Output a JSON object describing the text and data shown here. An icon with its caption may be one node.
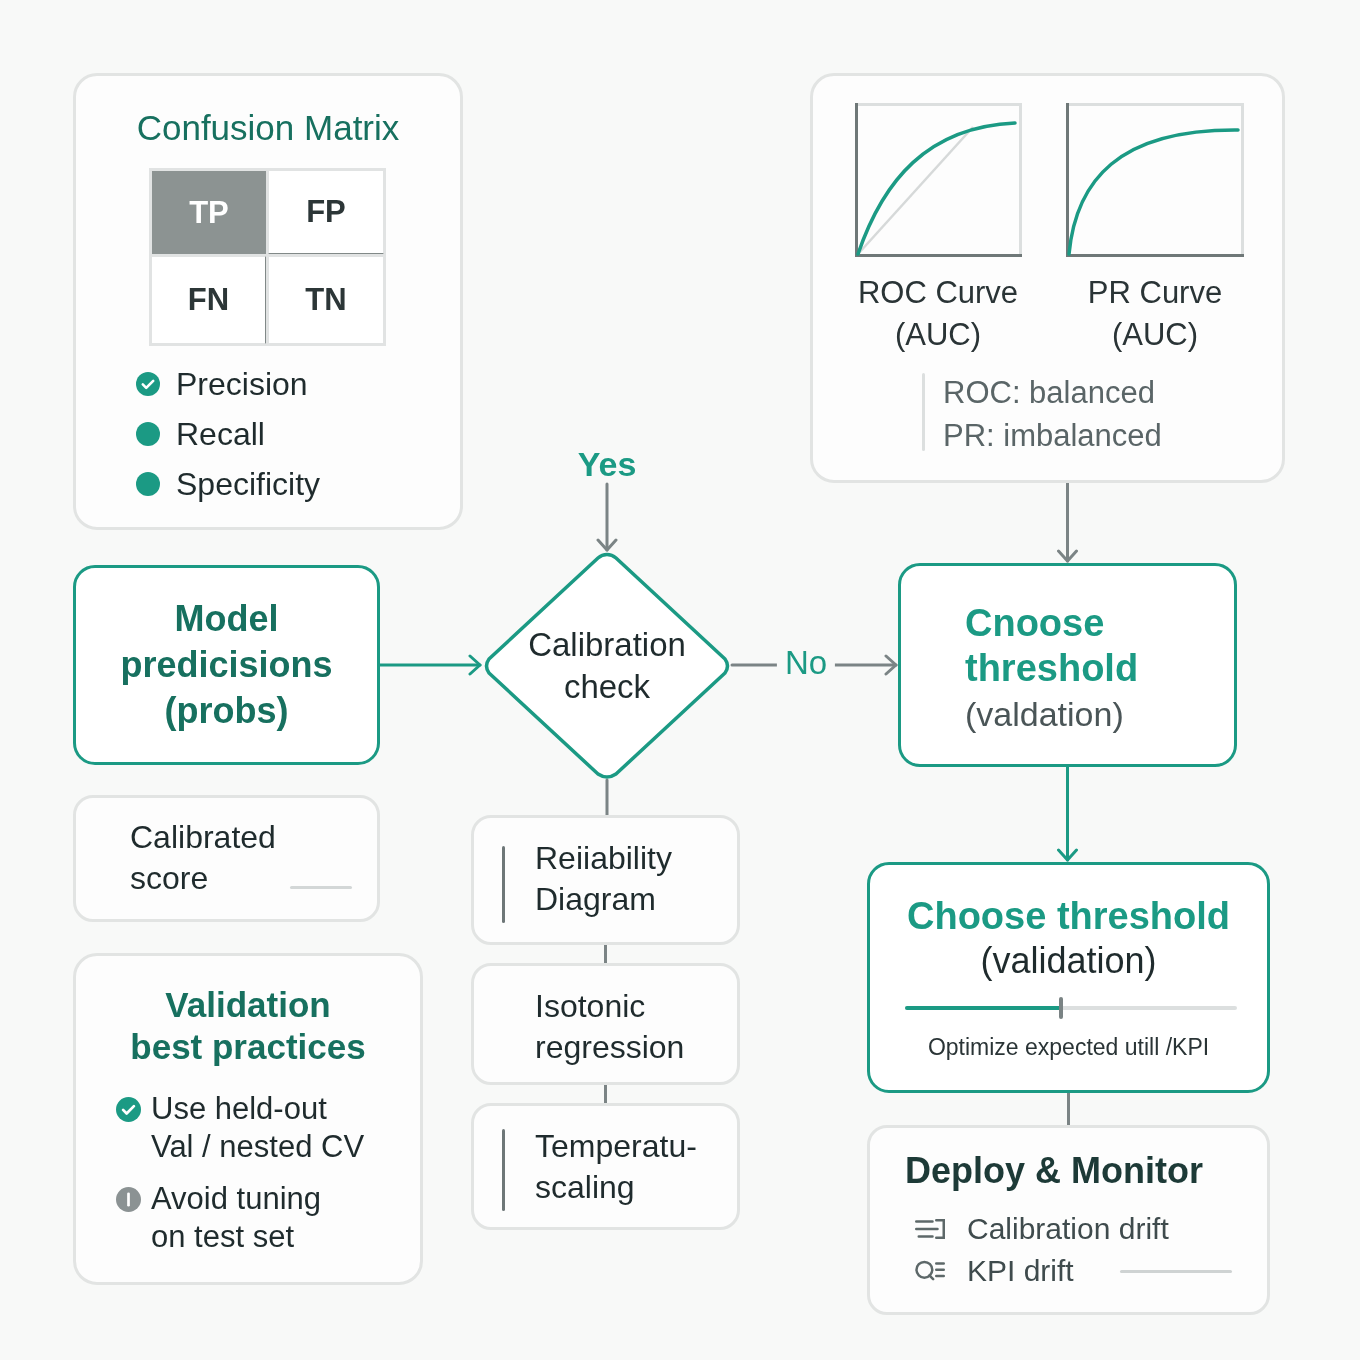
{
  "diagram": {
    "nodes": [
      {
        "text": [
          "Confusion Matrix",
          "Precision",
          "Recall",
          "Specificity"
        ]
      },
      {
        "text": [
          "TP"
        ],
        "in": 0
      },
      {
        "text": [
          "FP"
        ],
        "in": 0
      },
      {
        "text": [
          "FN"
        ],
        "in": 0
      },
      {
        "text": [
          "TN"
        ],
        "in": 0
      },
      {
        "text": [
          "ROC Curve (AUC)",
          "PR Curve (AUC)",
          "ROC: balanced",
          "PR: imbalanced"
        ]
      },
      {
        "text": [
          "Yes"
        ]
      },
      {
        "text": [
          "Model predicisions (probs)"
        ]
      },
      {
        "text": [
          "Calibration check"
        ]
      },
      {
        "text": [
          "Cnoose threshold",
          "(valdation)"
        ]
      },
      {
        "text": [
          "Calibrated score"
        ]
      },
      {
        "text": [
          "Reiiability Diagram"
        ]
      },
      {
        "text": [
          "Choose threshold",
          "(validation)",
          "Optimize expected utill /KPI"
        ]
      },
      {
        "text": [
          "Isotonic regression"
        ]
      },
      {
        "text": [
          "Validation best practices",
          "Use held-out Val / nested CV",
          "Avoid tuning on test set"
        ]
      },
      {
        "text": [
          "Temperatu- scaling"
        ]
      },
      {
        "text": [
          "Deploy & Monitor",
          "Calibration drift",
          "KPI drift"
        ]
      }
    ],
    "edges": [
      {
        "from": 6,
        "to": 8,
        "arrow": "to"
      },
      {
        "from": 7,
        "to": 8,
        "arrow": "to",
        "color": "#1b9a84"
      },
      {
        "from": 8,
        "to": 9,
        "arrow": "to",
        "label": "No"
      },
      {
        "from": 5,
        "to": 9,
        "arrow": "to"
      },
      {
        "from": 9,
        "to": 12,
        "arrow": "to",
        "color": "#1b9a84"
      },
      {
        "from": 8,
        "to": 11,
        "arrow": "none"
      },
      {
        "from": 11,
        "to": 13,
        "arrow": "none"
      },
      {
        "from": 13,
        "to": 15,
        "arrow": "none"
      },
      {
        "from": 12,
        "to": 16,
        "arrow": "none"
      }
    ]
  }
}
